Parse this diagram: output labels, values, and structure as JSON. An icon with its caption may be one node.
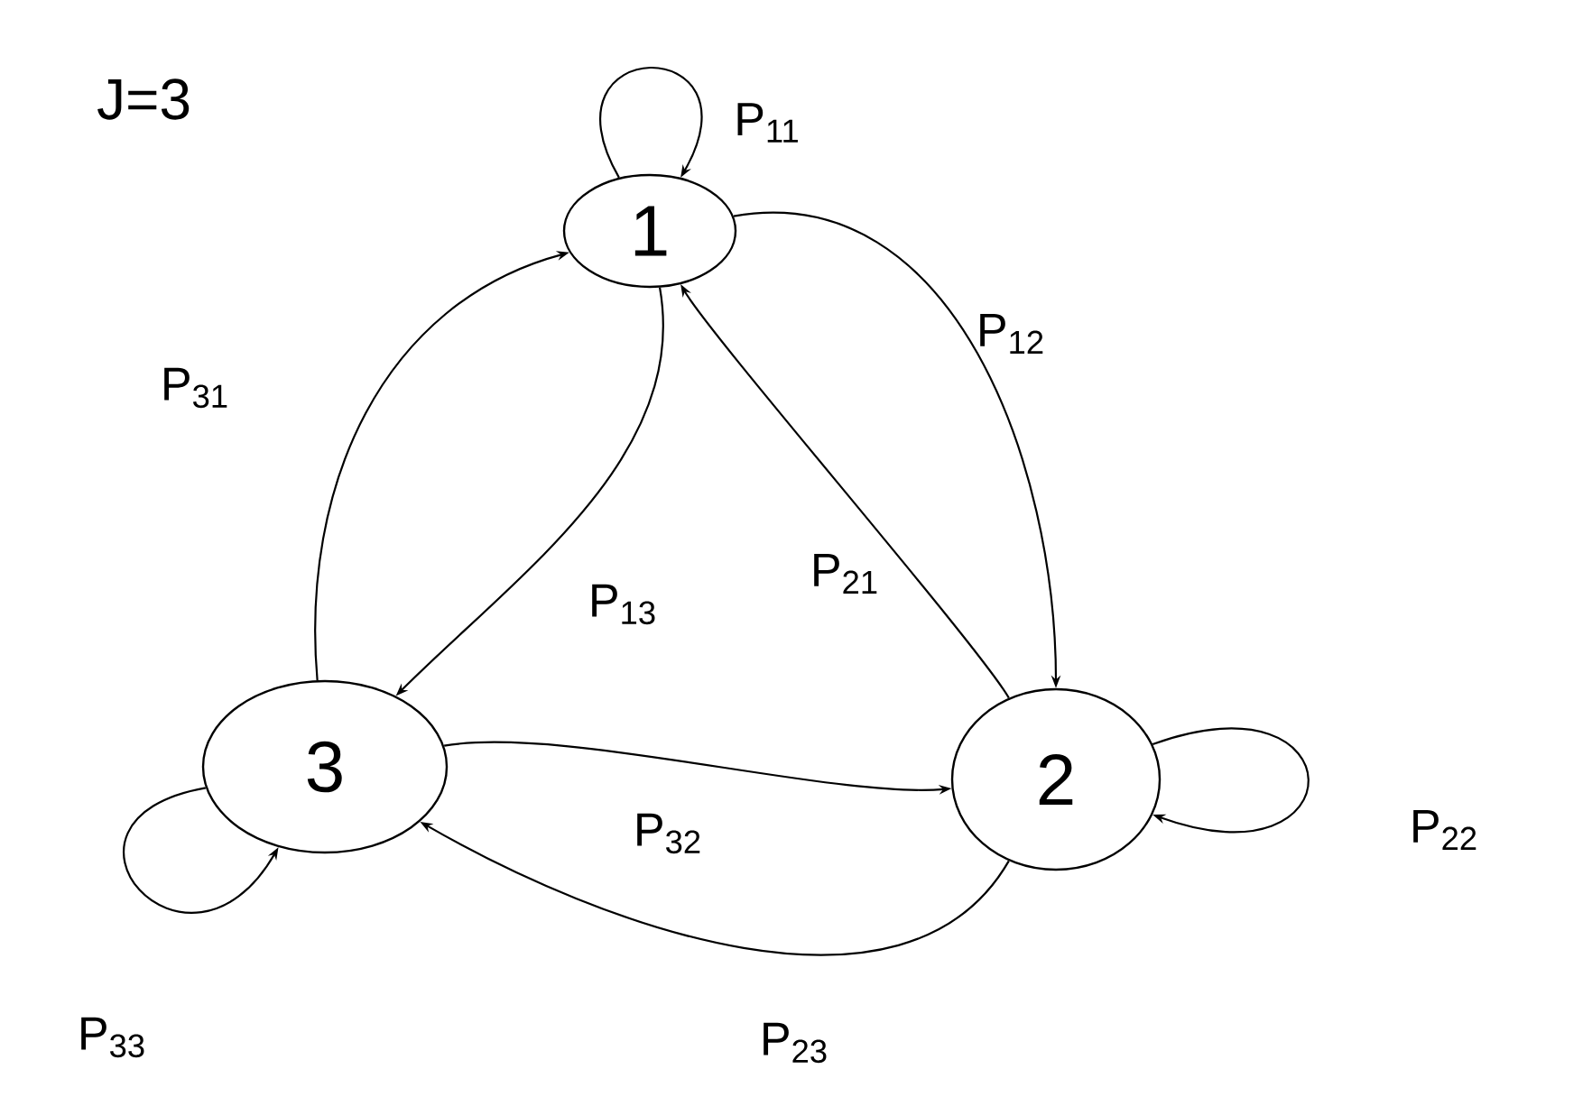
{
  "diagram": {
    "nodes": [
      {
        "text": [
          "1"
        ]
      },
      {
        "text": [
          "2"
        ]
      },
      {
        "text": [
          "3"
        ]
      }
    ],
    "edges": [
      {
        "from": 0,
        "to": 0,
        "arrow": "to",
        "label": "P$_{11}$"
      },
      {
        "from": 0,
        "to": 1,
        "arrow": "to",
        "label": "P$_{12}$"
      },
      {
        "from": 0,
        "to": 2,
        "arrow": "to",
        "label": "P$_{13}$"
      },
      {
        "from": 2,
        "to": 0,
        "arrow": "to",
        "label": "P$_{31}$"
      },
      {
        "from": 1,
        "to": 0,
        "arrow": "to",
        "label": "P$_{21}$"
      },
      {
        "from": 1,
        "to": 1,
        "arrow": "to",
        "label": "P$_{22}$"
      },
      {
        "from": 2,
        "to": 1,
        "arrow": "to",
        "label": "P$_{32}$"
      },
      {
        "from": 1,
        "to": 2,
        "arrow": "to",
        "label": "P$_{23}$"
      },
      {
        "from": 2,
        "to": 2,
        "arrow": "to",
        "label": "P$_{33}$"
      }
    ],
    "labels": [
      "J=3"
    ]
  }
}
